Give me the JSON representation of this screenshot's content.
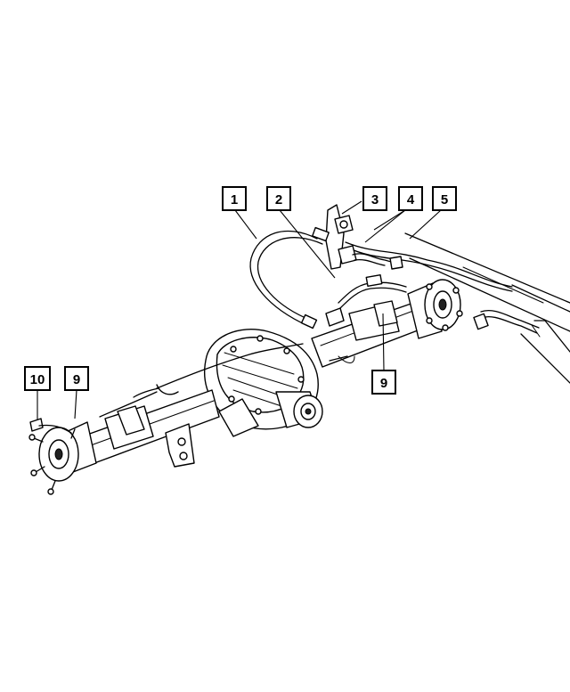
{
  "callouts": [
    {
      "id": "c1",
      "label": "1"
    },
    {
      "id": "c2",
      "label": "2"
    },
    {
      "id": "c3",
      "label": "3"
    },
    {
      "id": "c4",
      "label": "4"
    },
    {
      "id": "c5",
      "label": "5"
    },
    {
      "id": "c9a",
      "label": "9"
    },
    {
      "id": "c9b",
      "label": "9"
    },
    {
      "id": "c10",
      "label": "10"
    }
  ]
}
